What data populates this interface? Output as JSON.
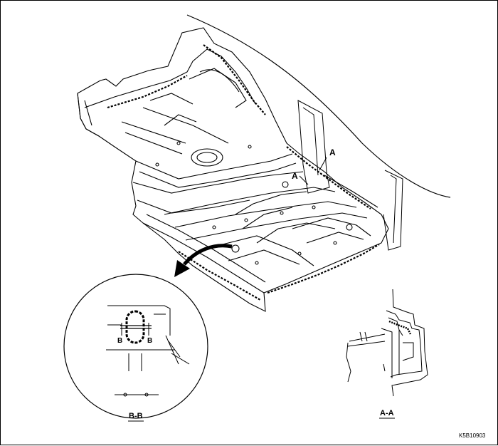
{
  "labels": {
    "section_a_upper": "A",
    "section_a_lower": "A",
    "detail_b_left": "B",
    "detail_b_right": "B",
    "caption_bb": "B-B",
    "caption_aa": "A-A",
    "figure_code": "K5B10903"
  }
}
